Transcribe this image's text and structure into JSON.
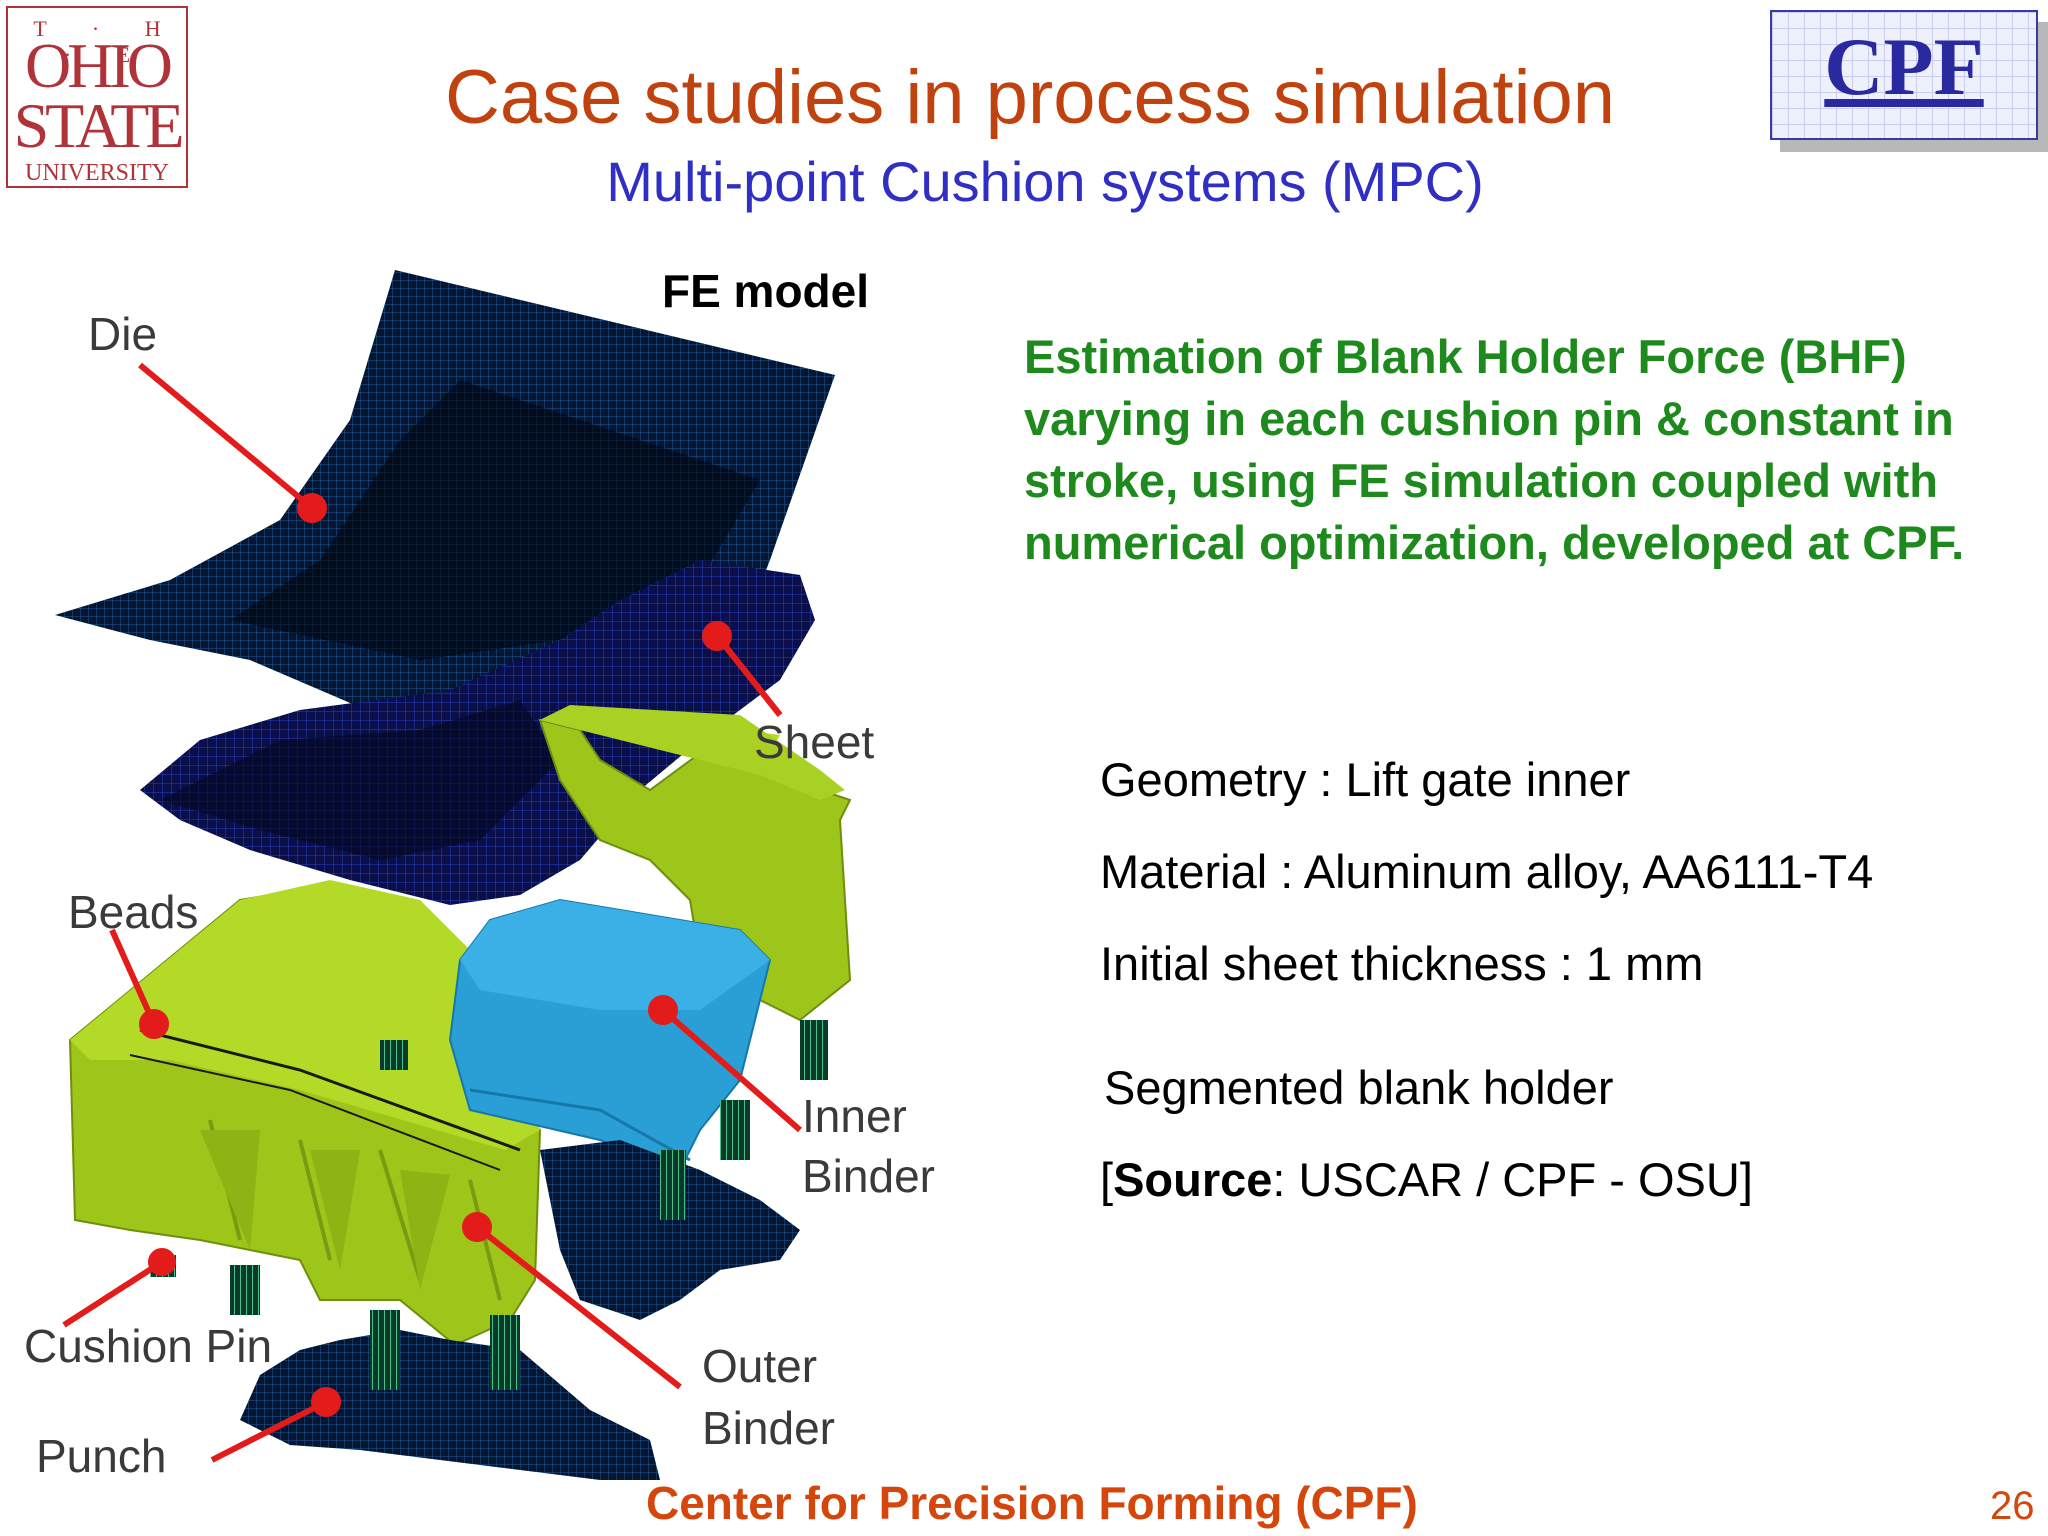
{
  "header": {
    "title": "Case studies in process simulation",
    "subtitle": "Multi-point Cushion systems (MPC)"
  },
  "logos": {
    "osu": {
      "line1": "T · H · E",
      "line2": "OHIO",
      "line3": "STATE",
      "line4": "UNIVERSITY"
    },
    "cpf": {
      "text": "CPF"
    }
  },
  "figure": {
    "caption": "FE model",
    "labels": {
      "die": "Die",
      "sheet": "Sheet",
      "beads": "Beads",
      "inner_line1": "Inner",
      "inner_line2": "Binder",
      "cushion_pin": "Cushion Pin",
      "outer_line1": "Outer",
      "outer_line2": "Binder",
      "punch": "Punch"
    }
  },
  "description": "Estimation of Blank Holder Force (BHF) varying in each cushion pin & constant in stroke, using FE simulation coupled with numerical optimization, developed at CPF.",
  "info": {
    "geometry": "Geometry : Lift gate inner",
    "material": "Material : Aluminum alloy, AA6111-T4",
    "thickness": "Initial sheet thickness : 1 mm",
    "segmented": "Segmented blank holder",
    "source_open": "[",
    "source_bold": "Source",
    "source_rest": ": USCAR / CPF - OSU]"
  },
  "footer": {
    "text": "Center for Precision Forming (CPF)",
    "page": "26"
  },
  "colors": {
    "title": "#c0420f",
    "subtitle": "#2f2fc4",
    "description": "#1e8a1e",
    "footer": "#d4460c",
    "binder": "#9dc51a",
    "inner_binder": "#2a9fd6",
    "mesh": "#0b2a5a",
    "pointer": "#e31b1b"
  }
}
